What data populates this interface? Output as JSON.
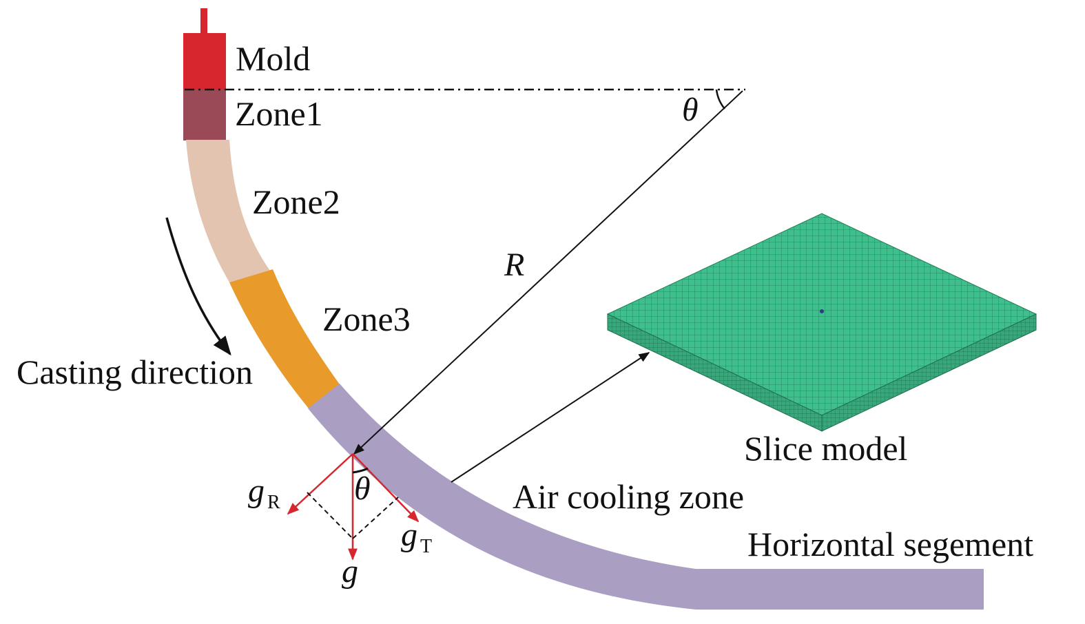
{
  "labels": {
    "mold": "Mold",
    "zone1": "Zone1",
    "zone2": "Zone2",
    "zone3": "Zone3",
    "casting_direction": "Casting direction",
    "air_cooling_zone": "Air cooling zone",
    "horizontal_segment": "Horizontal segement",
    "slice_model": "Slice model",
    "radius": "R",
    "angle_top": "θ",
    "angle_bottom": "θ",
    "gravity": "g",
    "g_radial_base": "g",
    "g_radial_sub": "R",
    "g_tangential_base": "g",
    "g_tangential_sub": "T"
  },
  "colors": {
    "mold": "#d7262d",
    "zone1": "#9a4a56",
    "zone2": "#e2c4b0",
    "zone3": "#e89a2a",
    "air_cooling": "#aa9fc3",
    "slice_model": "#3fbf8c",
    "slice_model_side": "#2f9c70",
    "force_arrows": "#d7262d"
  }
}
